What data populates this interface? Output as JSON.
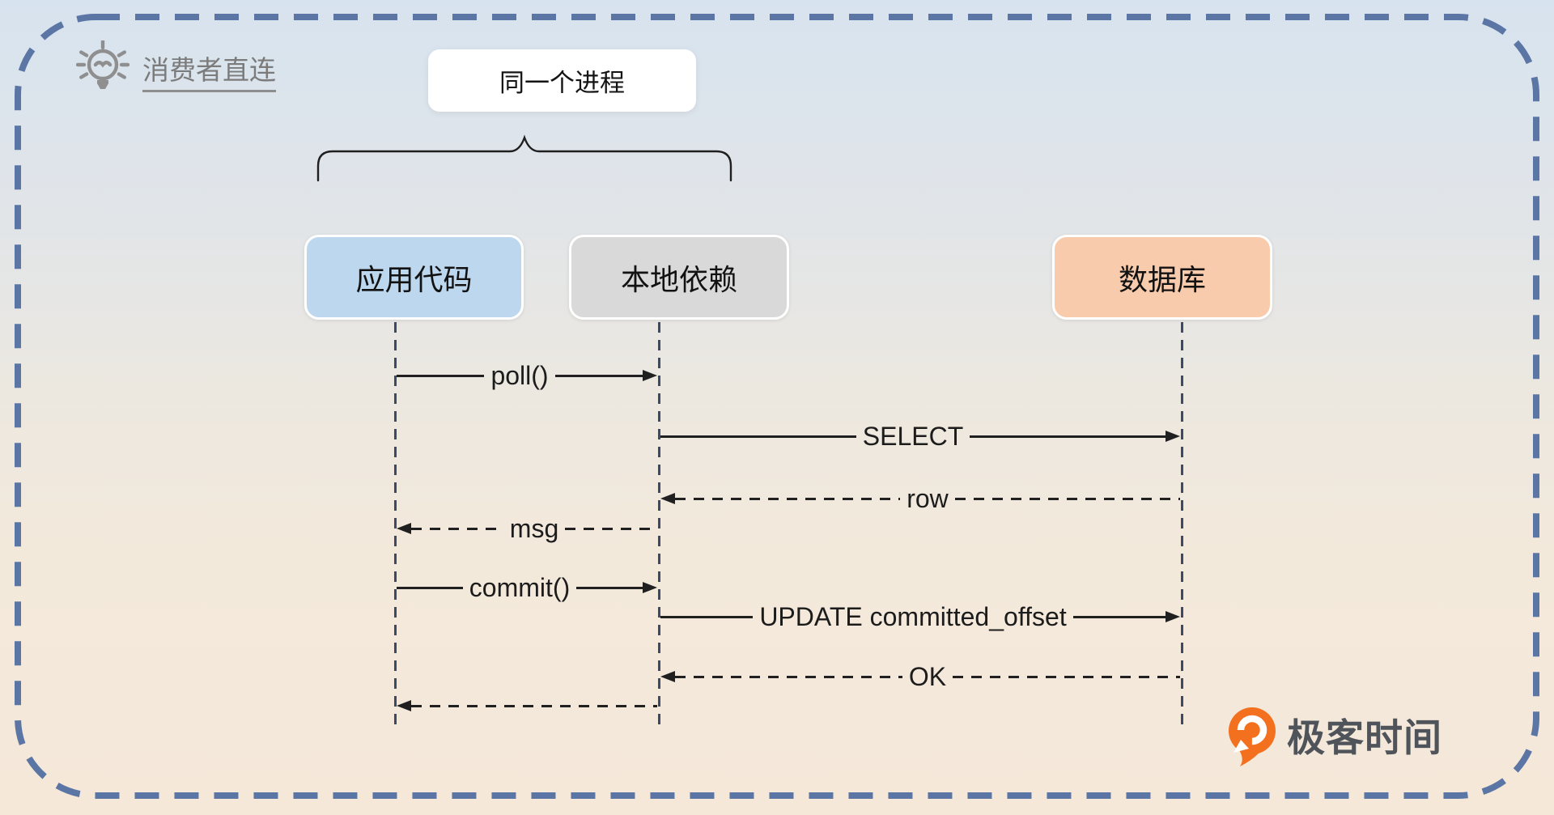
{
  "callout": {
    "label": "消费者直连"
  },
  "process_label": {
    "text": "同一个进程"
  },
  "participants": [
    {
      "id": "app",
      "label": "应用代码",
      "fill": "#bdd7ee"
    },
    {
      "id": "lib",
      "label": "本地依赖",
      "fill": "#d9d9d9"
    },
    {
      "id": "db",
      "label": "数据库",
      "fill": "#f8cbad"
    }
  ],
  "messages": [
    {
      "label": "poll()",
      "from": "app",
      "to": "lib",
      "style": "solid"
    },
    {
      "label": "SELECT",
      "from": "lib",
      "to": "db",
      "style": "solid"
    },
    {
      "label": "row",
      "from": "db",
      "to": "lib",
      "style": "dashed"
    },
    {
      "label": "msg",
      "from": "lib",
      "to": "app",
      "style": "dashed"
    },
    {
      "label": "commit()",
      "from": "app",
      "to": "lib",
      "style": "solid"
    },
    {
      "label": "UPDATE committed_offset",
      "from": "lib",
      "to": "db",
      "style": "solid"
    },
    {
      "label": "OK",
      "from": "db",
      "to": "lib",
      "style": "dashed"
    },
    {
      "label": "",
      "from": "lib",
      "to": "app",
      "style": "dashed"
    }
  ],
  "logo": {
    "text": "极客时间"
  },
  "colors": {
    "background_top": "#d7e3ef",
    "background_bottom": "#f5e8d9",
    "dashed_border": "#5b76a4",
    "lifeline": "#3d4a66",
    "arrow": "#202020",
    "box_blue": "#bdd7ee",
    "box_gray": "#d9d9d9",
    "box_orange": "#f8cbad",
    "logo_orange": "#f3701f",
    "logo_text": "#4f545a",
    "callout_text": "#7b7b7b"
  }
}
